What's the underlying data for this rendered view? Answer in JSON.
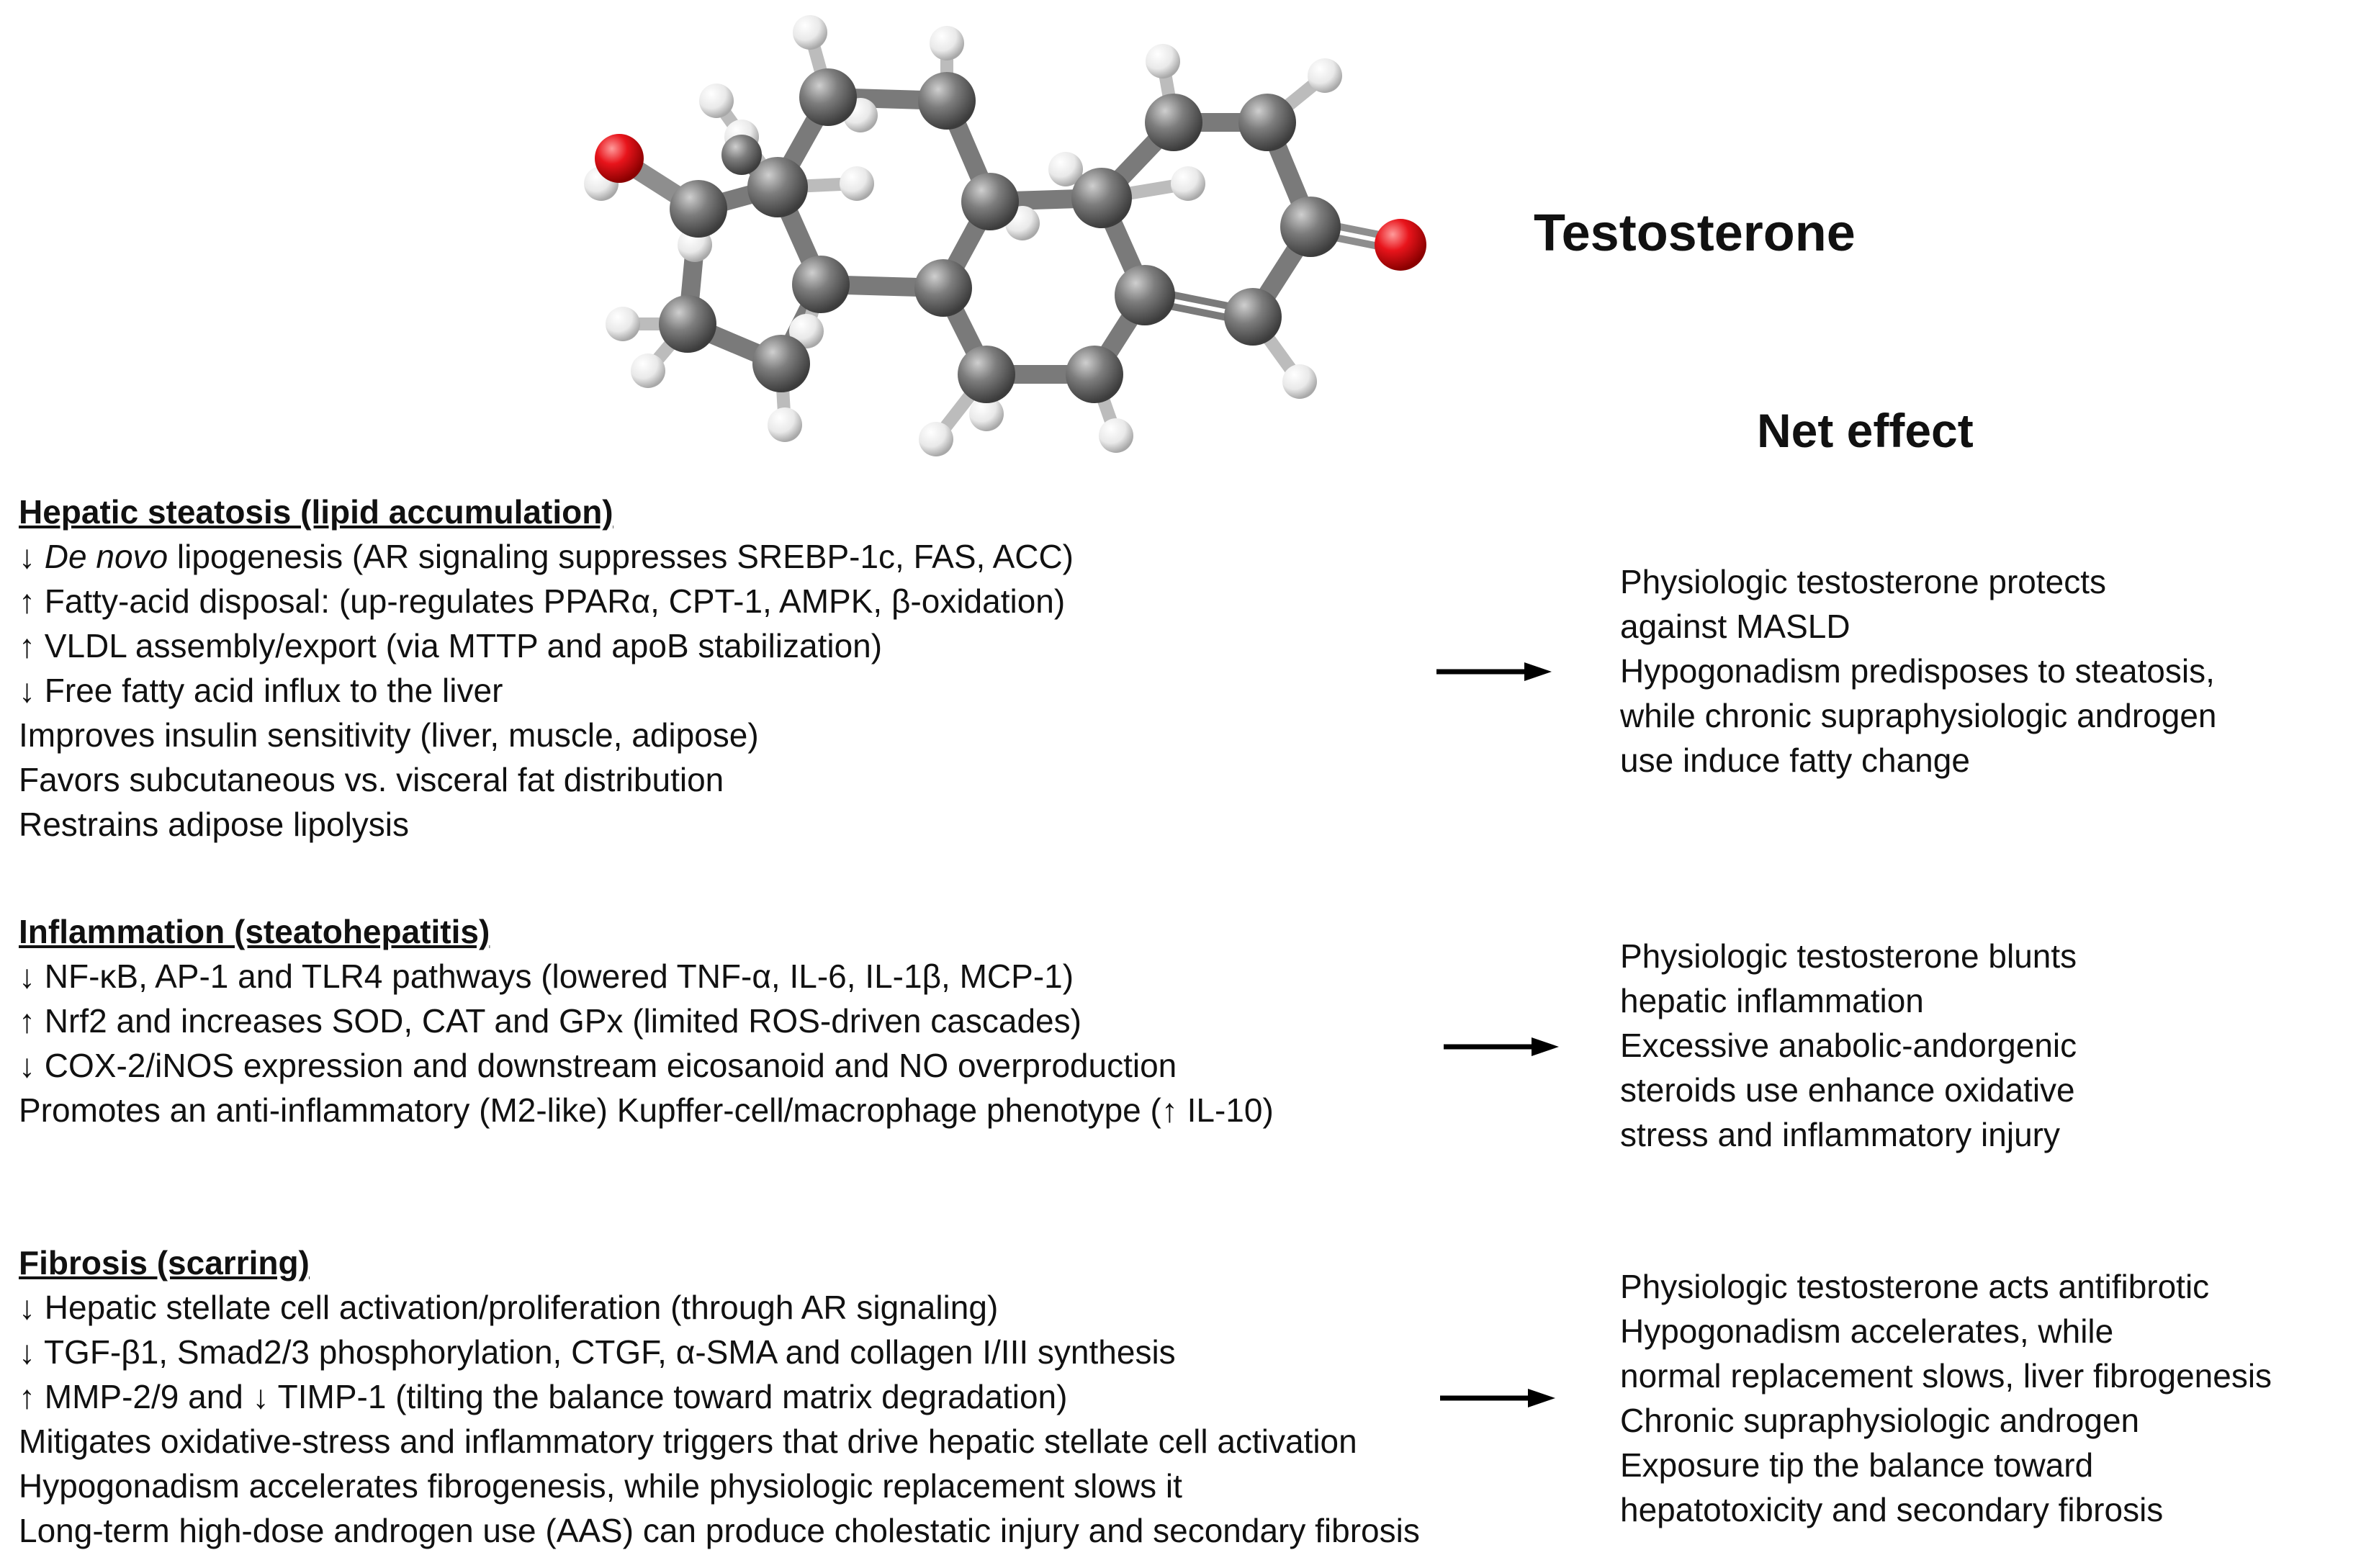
{
  "molecule": {
    "name": "Testosterone"
  },
  "net_effect_title": "Net effect",
  "sections": [
    {
      "heading": "Hepatic steatosis (lipid accumulation)",
      "lines": [
        {
          "pre": "↓ ",
          "em": "De novo",
          "post": " lipogenesis (AR signaling suppresses SREBP-1c, FAS, ACC)"
        },
        {
          "pre": "↑ Fatty-acid disposal: (up-regulates PPARα, CPT-1, AMPK, β-oxidation)",
          "em": "",
          "post": ""
        },
        {
          "pre": "↑ VLDL assembly/export (via MTTP and apoB stabilization)",
          "em": "",
          "post": ""
        },
        {
          "pre": "↓ Free fatty acid influx to the liver",
          "em": "",
          "post": ""
        },
        {
          "pre": "Improves insulin sensitivity (liver, muscle, adipose)",
          "em": "",
          "post": ""
        },
        {
          "pre": "Favors subcutaneous vs. visceral fat distribution",
          "em": "",
          "post": ""
        },
        {
          "pre": "Restrains adipose lipolysis",
          "em": "",
          "post": ""
        }
      ],
      "effect": [
        "Physiologic testosterone protects",
        "against MASLD",
        "Hypogonadism predisposes to steatosis,",
        "while chronic supraphysiologic androgen",
        "use induce fatty change"
      ]
    },
    {
      "heading": "Inflammation  (steatohepatitis)",
      "lines": [
        {
          "pre": "↓ NF-κB, AP-1 and TLR4 pathways (lowered TNF-α, IL-6, IL-1β, MCP-1)",
          "em": "",
          "post": ""
        },
        {
          "pre": "↑ Nrf2 and increases SOD, CAT and GPx (limited ROS-driven cascades)",
          "em": "",
          "post": ""
        },
        {
          "pre": "↓ COX-2/iNOS expression and downstream eicosanoid and NO overproduction",
          "em": "",
          "post": ""
        },
        {
          "pre": "Promotes an anti-inflammatory (M2-like) Kupffer-cell/macrophage phenotype  (↑ IL-10)",
          "em": "",
          "post": ""
        }
      ],
      "effect": [
        "Physiologic testosterone blunts",
        "hepatic inflammation",
        "Excessive anabolic-andorgenic",
        "steroids use enhance oxidative",
        "stress and inflammatory injury"
      ]
    },
    {
      "heading": "Fibrosis (scarring)",
      "lines": [
        {
          "pre": "↓ Hepatic stellate cell activation/proliferation (through AR signaling)",
          "em": "",
          "post": ""
        },
        {
          "pre": "↓ TGF-β1,  Smad2/3 phosphorylation, CTGF, α-SMA and collagen I/III  synthesis",
          "em": "",
          "post": ""
        },
        {
          "pre": "↑ MMP-2/9 and ↓ TIMP-1  (tilting the balance toward matrix degradation)",
          "em": "",
          "post": ""
        },
        {
          "pre": "Mitigates oxidative-stress and inflammatory triggers that drive hepatic stellate cell activation",
          "em": "",
          "post": ""
        },
        {
          "pre": "Hypogonadism accelerates fibrogenesis, while physiologic replacement slows it",
          "em": "",
          "post": ""
        },
        {
          "pre": "Long-term high-dose androgen use (AAS) can produce cholestatic injury and secondary fibrosis",
          "em": "",
          "post": ""
        }
      ],
      "effect": [
        "Physiologic testosterone acts antifibrotic",
        "Hypogonadism accelerates, while",
        "normal replacement slows, liver fibrogenesis",
        "Chronic supraphysiologic androgen",
        "Exposure tip the balance toward",
        "hepatotoxicity and secondary fibrosis"
      ]
    }
  ],
  "colors": {
    "carbon": "#7a7a7a",
    "hydrogen": "#f2f2f2",
    "oxygen": "#e8141b",
    "arrow": "#000000"
  }
}
